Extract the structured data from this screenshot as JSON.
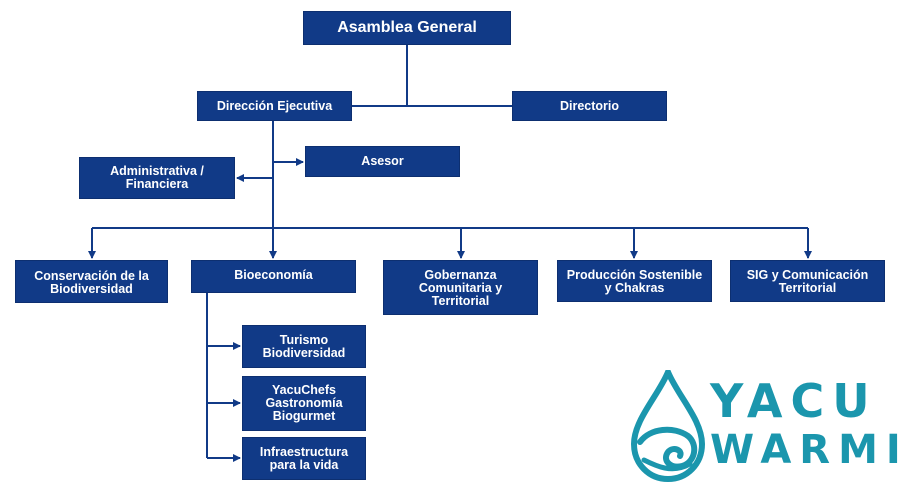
{
  "org_chart": {
    "top": "Asamblea General",
    "executive": "Dirección Ejecutiva",
    "board": "Directorio",
    "advisor": "Asesor",
    "admin": "Administrativa /\nFinanciera",
    "units": [
      "Conservación de la\nBiodiversidad",
      "Bioeconomía",
      "Gobernanza\nComunitaria y\nTerritorial",
      "Producción Sostenible\ny Chakras",
      "SIG y Comunicación\nTerritorial"
    ],
    "bioeconomy_programs": [
      "Turismo\nBiodiversidad",
      "YacuChefs\nGastronomía\nBiogurmet",
      "Infraestructura\npara la vida"
    ]
  },
  "logo": {
    "line1": "YACU",
    "line2": "WARMI",
    "icon": "water-drop-wave-icon",
    "color": "#1b96ad"
  },
  "colors": {
    "box": "#113a87",
    "line": "#113a87",
    "box_text": "#ffffff"
  }
}
